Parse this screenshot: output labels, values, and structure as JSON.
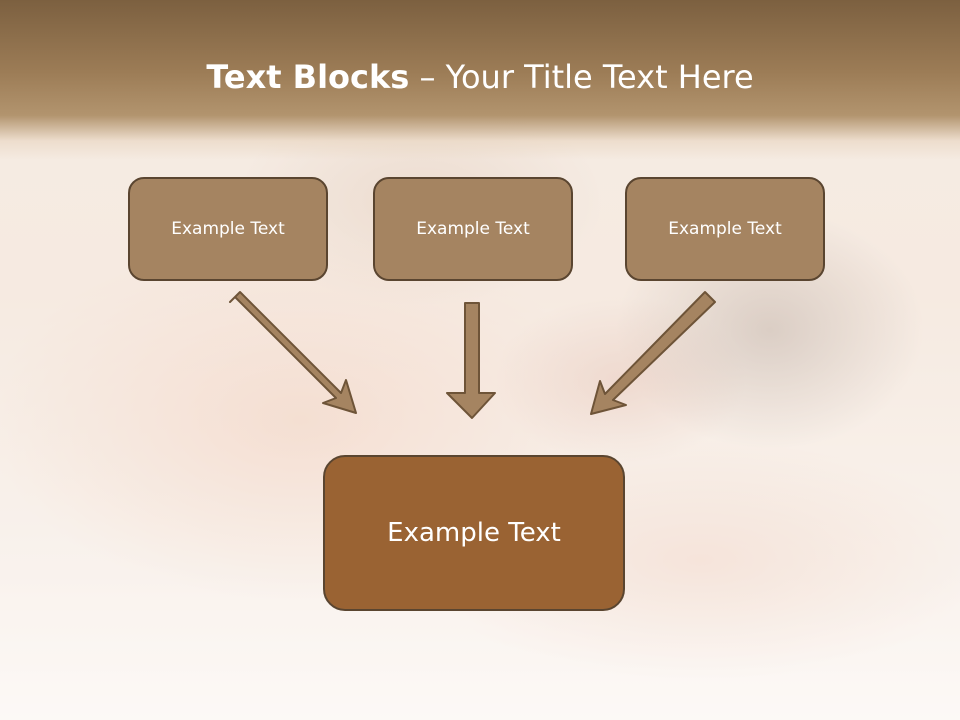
{
  "slide": {
    "title_bold": "Text Blocks",
    "title_separator": "–",
    "title_rest": "Your Title Text Here"
  },
  "blocks": {
    "top": [
      "Example Text",
      "Example Text",
      "Example Text"
    ],
    "bottom": "Example Text"
  },
  "colors": {
    "title_band": "#9c7c56",
    "small_box_fill": "#a58461",
    "big_box_fill": "#9a6333",
    "box_border": "#5a4530",
    "arrow_fill": "#a58461"
  }
}
